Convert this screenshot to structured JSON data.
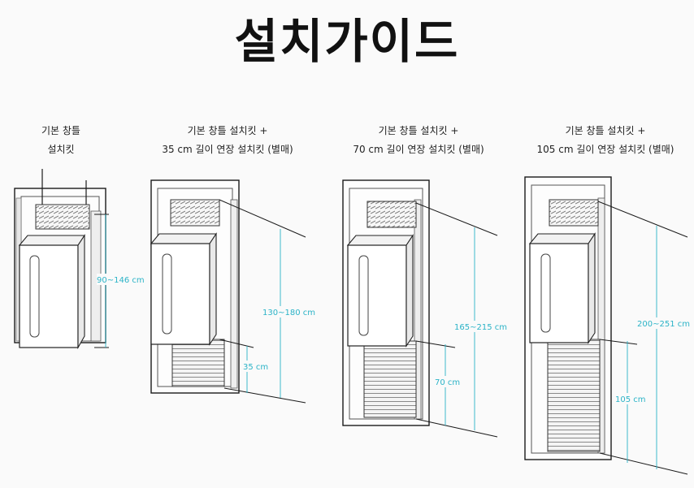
{
  "title": "설치가이드",
  "kits": [
    {
      "line1": "기본 창틀",
      "line2": "설치킷",
      "total": "90~146 cm",
      "ext": ""
    },
    {
      "line1": "기본 창틀 설치킷 +",
      "line2": "35 cm 길이 연장 설치킷 (별매)",
      "total": "130~180 cm",
      "ext": "35 cm"
    },
    {
      "line1": "기본 창틀 설치킷 +",
      "line2": "70 cm 길이 연장 설치킷 (별매)",
      "total": "165~215 cm",
      "ext": "70 cm"
    },
    {
      "line1": "기본 창틀 설치킷 +",
      "line2": "105 cm 길이 연장 설치킷 (별매)",
      "total": "200~251 cm",
      "ext": "105 cm"
    }
  ],
  "colors": {
    "dimension": "#2bb3c7",
    "line": "#1a1a1a"
  }
}
